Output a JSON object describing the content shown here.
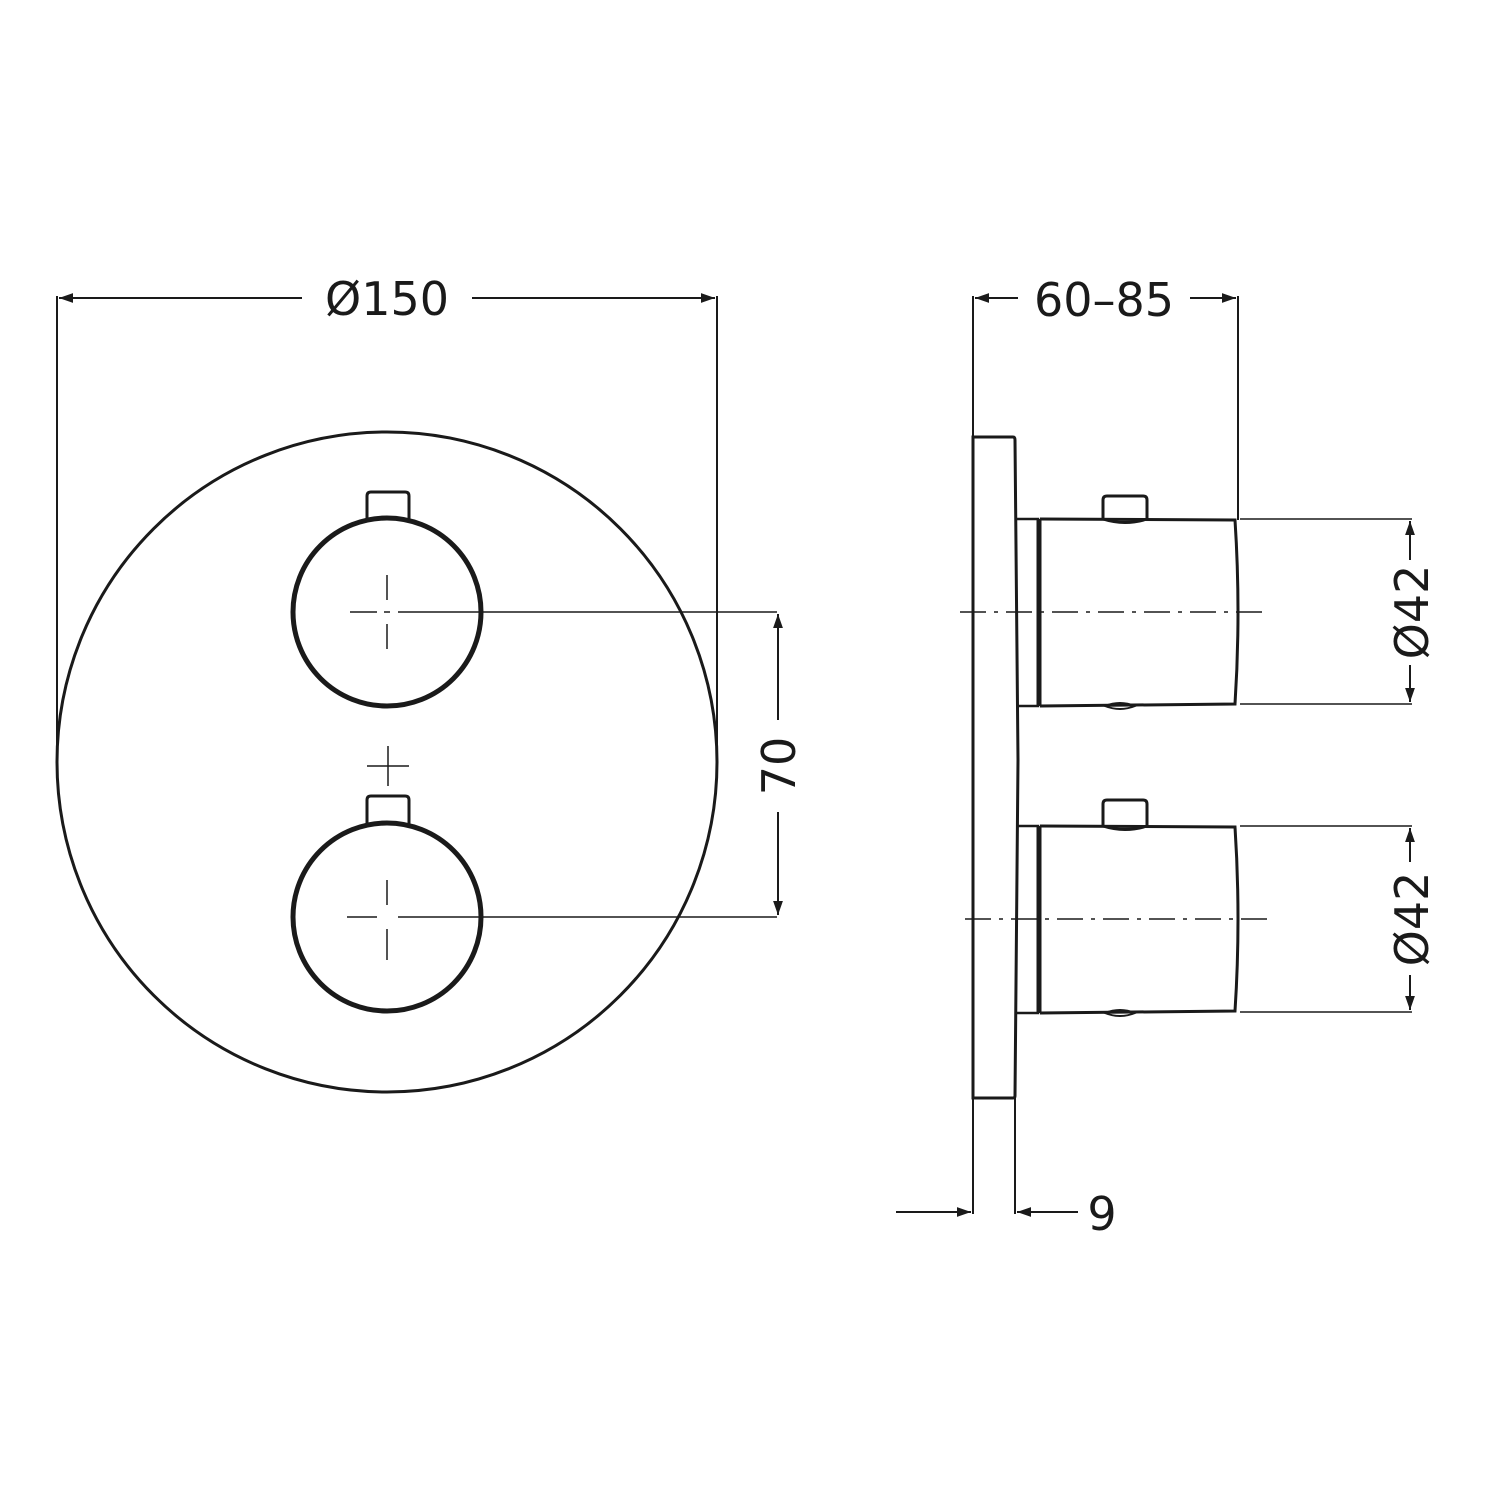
{
  "drawing": {
    "type": "technical-dimension-drawing",
    "subject": "concealed thermostatic valve trim with two handles",
    "line_color": "#1a1a1a",
    "background": "#ffffff"
  },
  "front_view": {
    "plate_diameter_label": "Ø150",
    "handle_spacing_label": "70",
    "handle_count": 2
  },
  "side_view": {
    "projection_label": "60–85",
    "plate_thickness_label": "9",
    "handle_top_diameter_label": "Ø42",
    "handle_bottom_diameter_label": "Ø42"
  }
}
